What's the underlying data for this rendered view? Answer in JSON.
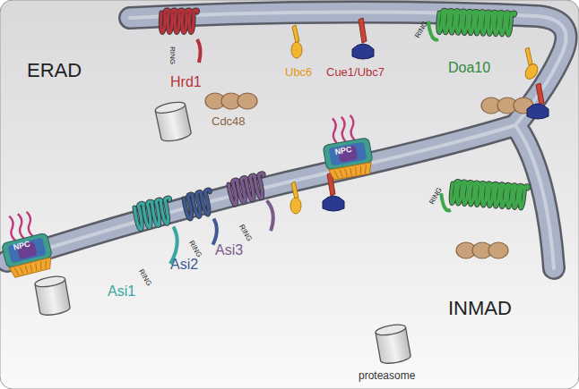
{
  "diagram": {
    "labels": [
      "ERAD",
      "Hrd1",
      "RING",
      "Cdc48",
      "Ubc6",
      "Cue1/Ubc7",
      "RING",
      "Doa10",
      "NPC",
      "NPC",
      "Asi1",
      "RING",
      "Asi2",
      "RING",
      "Asi3",
      "RING",
      "RING",
      "INMAD",
      "proteasome"
    ]
  }
}
